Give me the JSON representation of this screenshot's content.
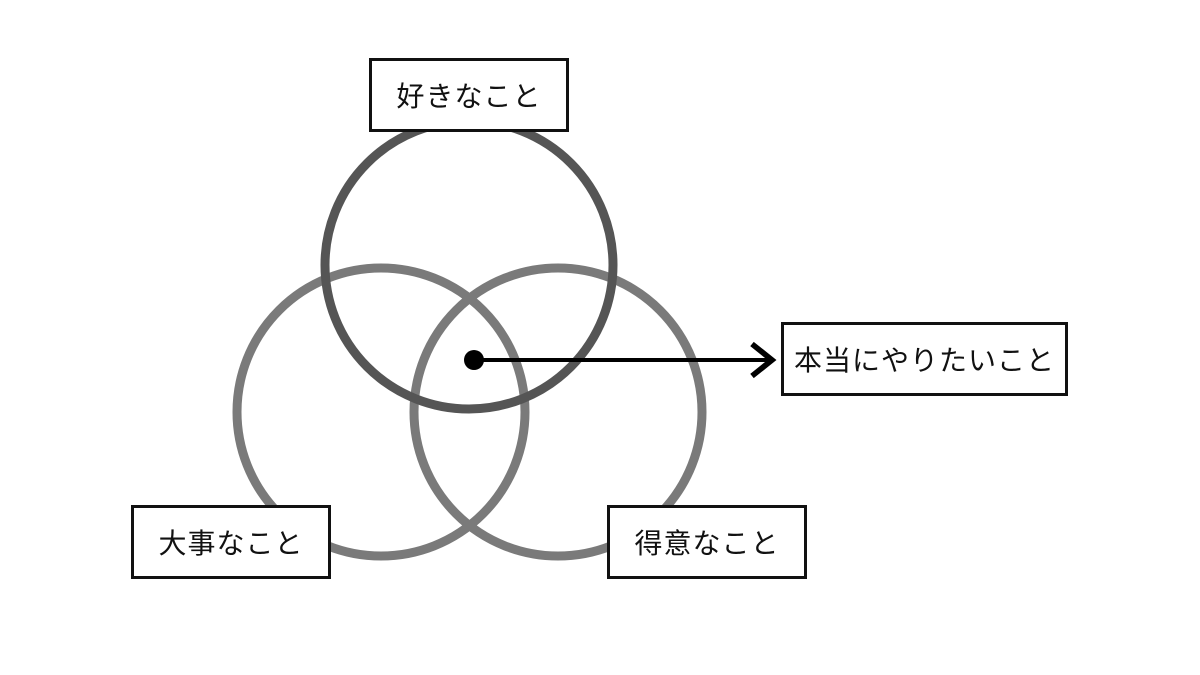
{
  "labels": {
    "top": "好きなこと",
    "bottom_left": "大事なこと",
    "bottom_right": "得意なこと",
    "result": "本当にやりたいこと"
  },
  "colors": {
    "top_circle": "#555555",
    "bottom_circles": "#7a7a7a",
    "border": "#111111",
    "pointer": "#000000"
  }
}
